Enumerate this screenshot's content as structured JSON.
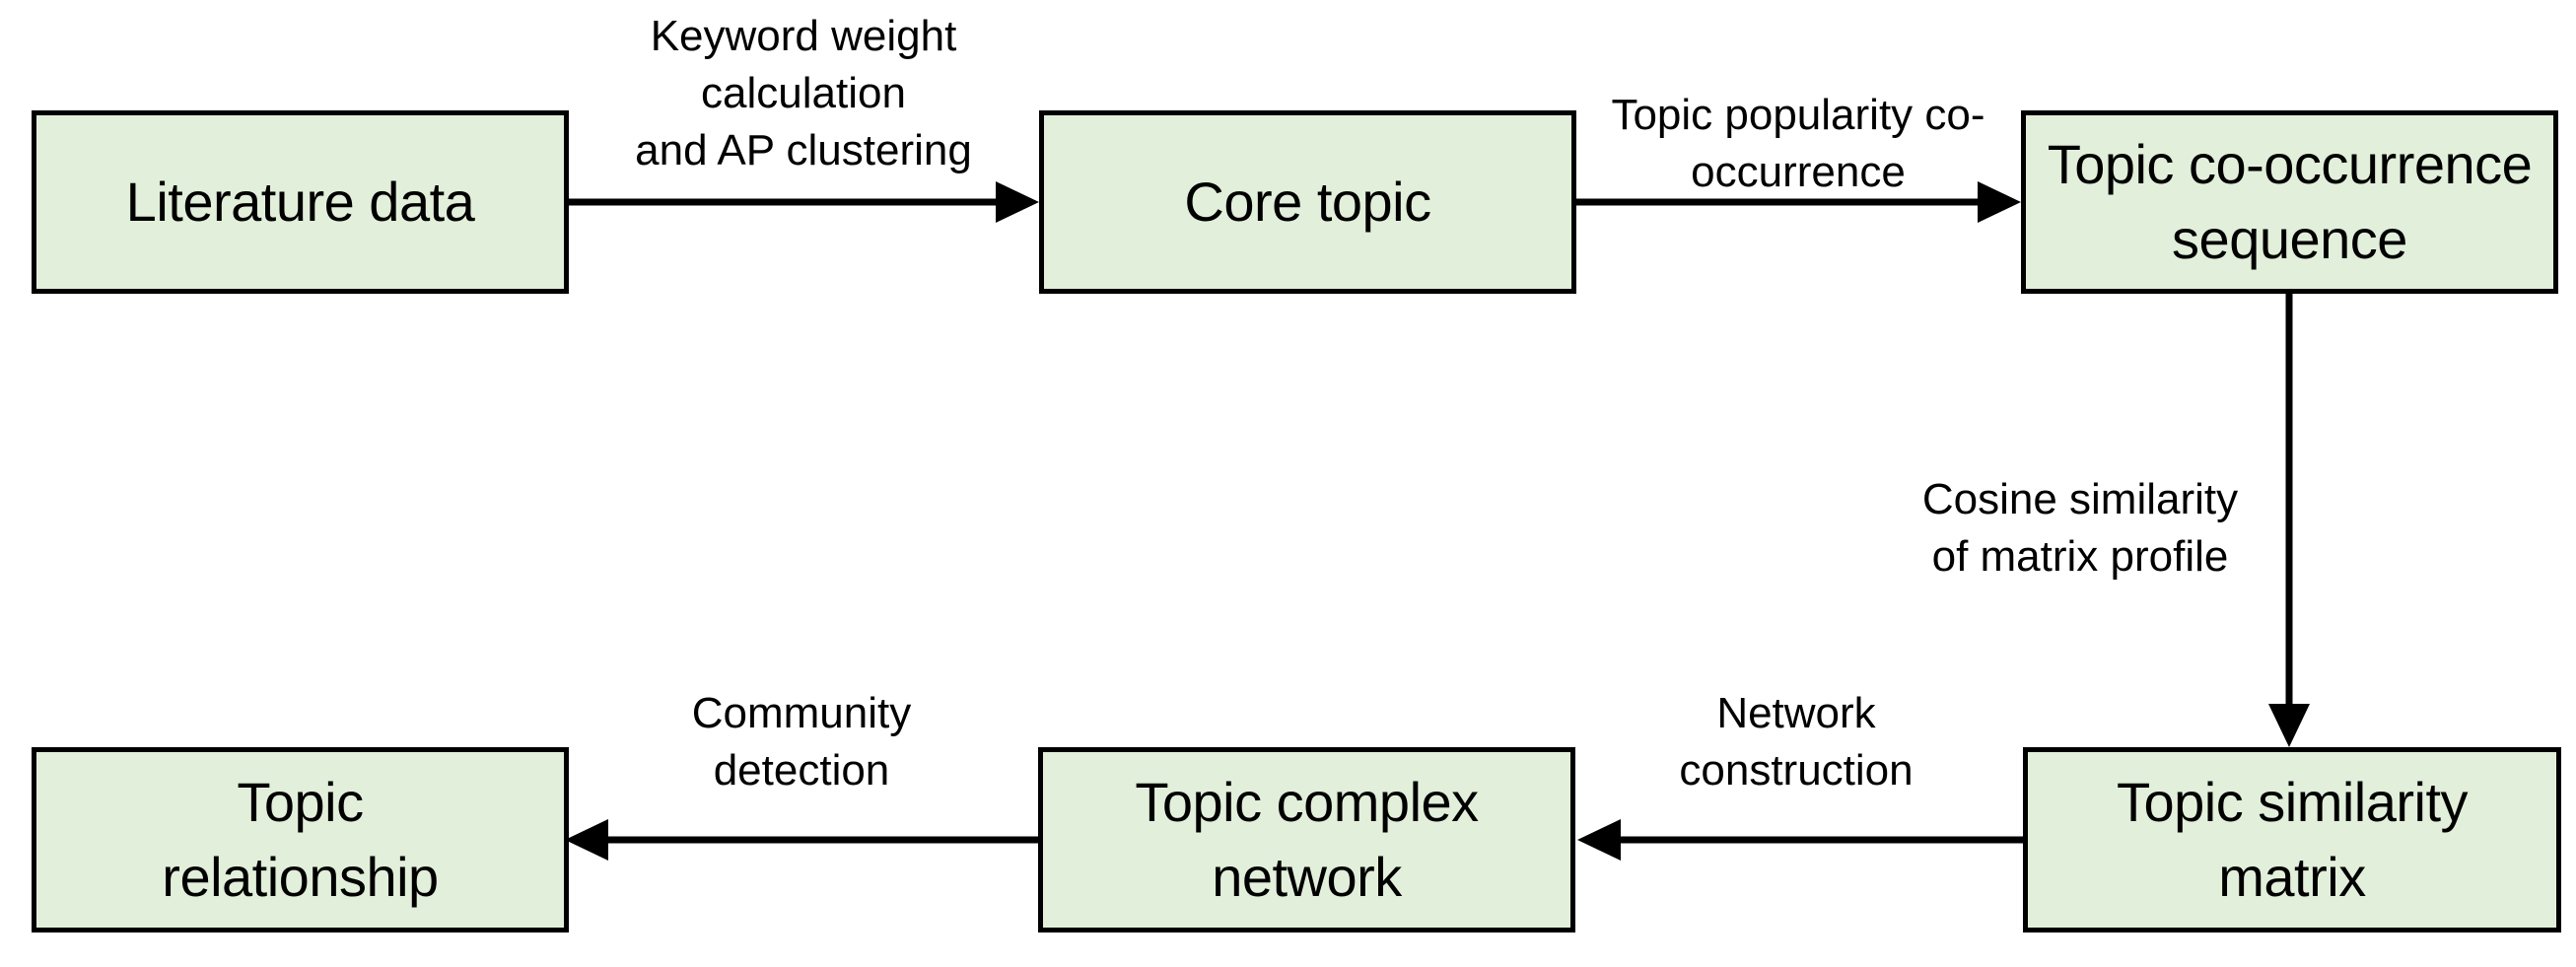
{
  "diagram": {
    "title": "Topic analysis workflow flowchart",
    "colors": {
      "background": "#ffffff",
      "box_fill": "#e2efda",
      "box_border": "#000000",
      "arrow": "#000000",
      "text": "#000000"
    },
    "nodes": [
      {
        "id": "literature-data",
        "label": "Literature data"
      },
      {
        "id": "core-topic",
        "label": "Core topic"
      },
      {
        "id": "topic-co-occurrence-sequence",
        "label": "Topic co-occurrence\nsequence"
      },
      {
        "id": "topic-similarity-matrix",
        "label": "Topic similarity\nmatrix"
      },
      {
        "id": "topic-complex-network",
        "label": "Topic complex\nnetwork"
      },
      {
        "id": "topic-relationship",
        "label": "Topic\nrelationship"
      }
    ],
    "edges": [
      {
        "from": "literature-data",
        "to": "core-topic",
        "label": "Keyword weight\ncalculation\nand AP clustering"
      },
      {
        "from": "core-topic",
        "to": "topic-co-occurrence-sequence",
        "label": "Topic popularity co-\noccurrence"
      },
      {
        "from": "topic-co-occurrence-sequence",
        "to": "topic-similarity-matrix",
        "label": "Cosine similarity\nof matrix profile"
      },
      {
        "from": "topic-similarity-matrix",
        "to": "topic-complex-network",
        "label": "Network\nconstruction"
      },
      {
        "from": "topic-complex-network",
        "to": "topic-relationship",
        "label": "Community\ndetection"
      }
    ]
  }
}
